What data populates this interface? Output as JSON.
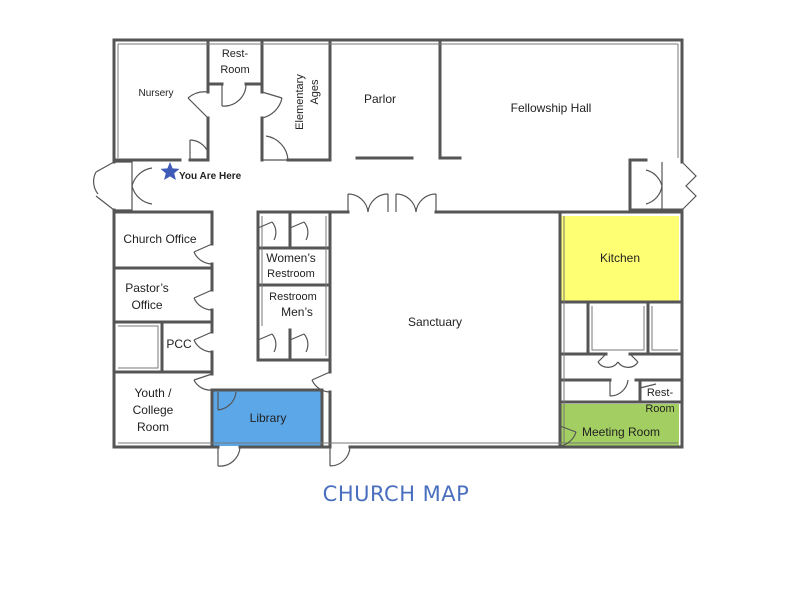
{
  "title": "CHURCH MAP",
  "marker": {
    "label": "You Are Here",
    "icon": "star-icon"
  },
  "rooms": {
    "nursery": "Nursery",
    "restroom_top": [
      "Rest-",
      "Room"
    ],
    "elementary": [
      "Elementary",
      "Ages"
    ],
    "parlor": "Parlor",
    "fellowship": "Fellowship Hall",
    "church_office": "Church Office",
    "pastors_office": [
      "Pastor’s",
      "Office"
    ],
    "pcc": "PCC",
    "youth": [
      "Youth /",
      "College",
      "Room"
    ],
    "womens": [
      "Women’s",
      "Restroom"
    ],
    "mens": [
      "Restroom",
      "Men’s"
    ],
    "sanctuary": "Sanctuary",
    "library": "Library",
    "kitchen": "Kitchen",
    "restroom_right": [
      "Rest-",
      "Room"
    ],
    "meeting": "Meeting Room"
  },
  "colors": {
    "kitchen": "#FFFF73",
    "library": "#5BA7E8",
    "meeting": "#A3CF62",
    "title": "#4A6FBE",
    "star": "#3F5BB8",
    "wall": "#555555"
  }
}
